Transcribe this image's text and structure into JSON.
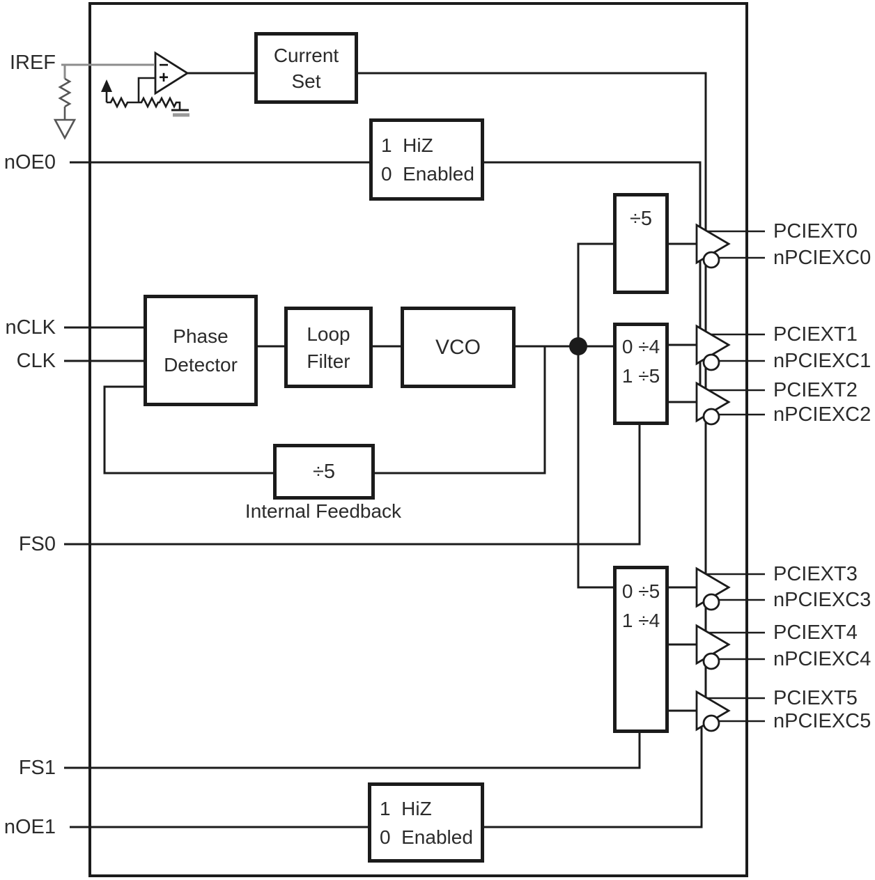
{
  "colors": {
    "wire": "#1b1b1b",
    "iref_wire": "#8c8c8c",
    "text": "#2b2b2b"
  },
  "left_pins": [
    {
      "label": "IREF"
    },
    {
      "label": "nOE0"
    },
    {
      "label": "nCLK"
    },
    {
      "label": "CLK"
    },
    {
      "label": "FS0"
    },
    {
      "label": "FS1"
    },
    {
      "label": "nOE1"
    }
  ],
  "right_pins": [
    {
      "label": "PCIEXT0"
    },
    {
      "label": "nPCIEXC0"
    },
    {
      "label": "PCIEXT1"
    },
    {
      "label": "nPCIEXC1"
    },
    {
      "label": "PCIEXT2"
    },
    {
      "label": "nPCIEXC2"
    },
    {
      "label": "PCIEXT3"
    },
    {
      "label": "nPCIEXC3"
    },
    {
      "label": "PCIEXT4"
    },
    {
      "label": "nPCIEXC4"
    },
    {
      "label": "PCIEXT5"
    },
    {
      "label": "nPCIEXC5"
    }
  ],
  "blocks": {
    "opamp": {
      "minus": "−",
      "plus": "+"
    },
    "current_set": {
      "line1": "Current",
      "line2": "Set"
    },
    "oe0_hiz": {
      "line1": "1  HiZ",
      "line2": "0  Enabled"
    },
    "phase_detector": {
      "line1": "Phase",
      "line2": "Detector"
    },
    "loop_filter": {
      "line1": "Loop",
      "line2": "Filter"
    },
    "vco": {
      "label": "VCO"
    },
    "div5_top": {
      "label": "÷5"
    },
    "div_b": {
      "line1": "0 ÷4",
      "line2": "1 ÷5"
    },
    "div_c": {
      "line1": "0 ÷5",
      "line2": "1 ÷4"
    },
    "feedback_div": {
      "label": "÷5"
    },
    "feedback_caption": "Internal Feedback",
    "oe1_hiz": {
      "line1": "1  HiZ",
      "line2": "0  Enabled"
    }
  }
}
